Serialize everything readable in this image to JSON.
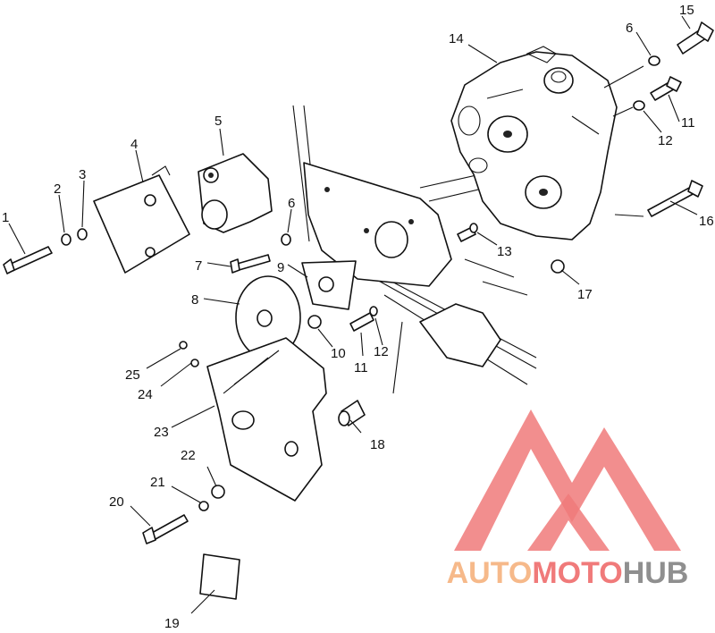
{
  "diagram": {
    "callouts": [
      {
        "id": "c1",
        "text": "1"
      },
      {
        "id": "c2",
        "text": "2"
      },
      {
        "id": "c3",
        "text": "3"
      },
      {
        "id": "c4",
        "text": "4"
      },
      {
        "id": "c5",
        "text": "5"
      },
      {
        "id": "c6a",
        "text": "6"
      },
      {
        "id": "c6b",
        "text": "6"
      },
      {
        "id": "c7",
        "text": "7"
      },
      {
        "id": "c8",
        "text": "8"
      },
      {
        "id": "c9",
        "text": "9"
      },
      {
        "id": "c10",
        "text": "10"
      },
      {
        "id": "c11a",
        "text": "11"
      },
      {
        "id": "c11b",
        "text": "11"
      },
      {
        "id": "c12a",
        "text": "12"
      },
      {
        "id": "c12b",
        "text": "12"
      },
      {
        "id": "c13",
        "text": "13"
      },
      {
        "id": "c14",
        "text": "14"
      },
      {
        "id": "c15",
        "text": "15"
      },
      {
        "id": "c16",
        "text": "16"
      },
      {
        "id": "c17",
        "text": "17"
      },
      {
        "id": "c18",
        "text": "18"
      },
      {
        "id": "c19",
        "text": "19"
      },
      {
        "id": "c20",
        "text": "20"
      },
      {
        "id": "c21",
        "text": "21"
      },
      {
        "id": "c22",
        "text": "22"
      },
      {
        "id": "c23",
        "text": "23"
      },
      {
        "id": "c24",
        "text": "24"
      },
      {
        "id": "c25",
        "text": "25"
      }
    ]
  },
  "watermark": {
    "part1": "AUTO",
    "part2": "MOTO",
    "part3": "HUB",
    "colors": {
      "orange": "#f6b98a",
      "red": "#f07a7a",
      "gray": "#8f8f8f"
    }
  }
}
